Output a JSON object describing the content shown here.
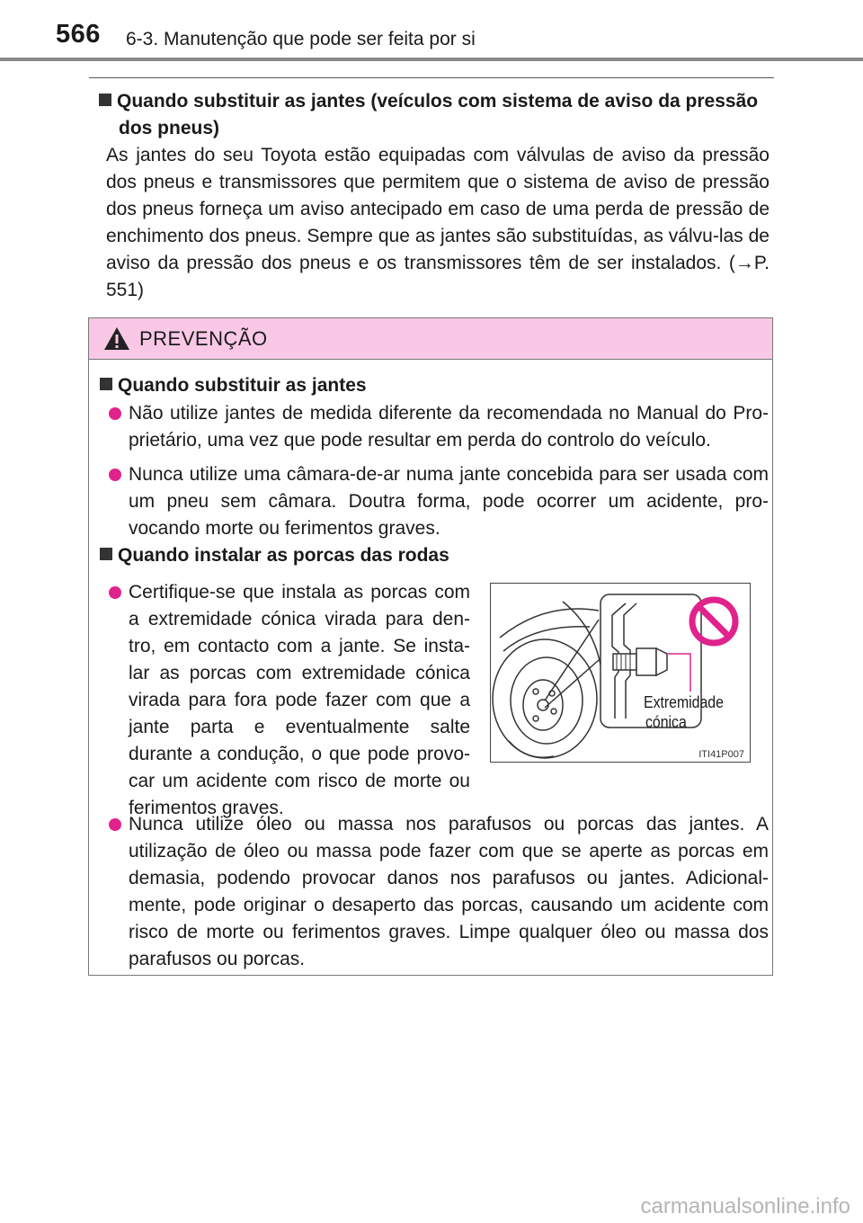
{
  "header": {
    "page_number": "566",
    "title": "6-3. Manutenção que pode ser feita por si"
  },
  "section": {
    "heading": "Quando substituir as jantes (veículos com sistema de aviso da pressão dos pneus)",
    "body": "As jantes do seu Toyota estão equipadas com válvulas de aviso da pressão dos pneus e transmissores que permitem que o sistema de aviso de pressão dos pneus forneça um aviso antecipado em caso de uma perda de pressão de enchimento dos pneus. Sempre que as jantes são substituídas, as válvu-las de aviso da pressão dos pneus e os transmissores têm de ser instalados. (→P. 551)"
  },
  "warning": {
    "title": "PREVENÇÃO",
    "groups": [
      {
        "heading": "Quando substituir as jantes",
        "items": [
          "Não utilize jantes de medida diferente da recomendada no Manual do Pro-prietário, uma vez que pode resultar em perda do controlo do veículo.",
          "Nunca utilize uma câmara-de-ar numa jante concebida para ser usada com um pneu sem câmara. Doutra forma, pode ocorrer um acidente, pro-vocando morte ou ferimentos graves."
        ]
      },
      {
        "heading": "Quando instalar as porcas das rodas",
        "items": [
          "Certifique-se que instala as porcas com a extremidade cónica virada para den-tro, em contacto com a jante. Se insta-lar as porcas com extremidade cónica virada para fora pode fazer com que a jante parta e eventualmente salte durante a condução, o que pode provo-car um acidente com risco de morte ou ferimentos graves.",
          "Nunca utilize óleo ou massa nos parafusos ou porcas das jantes. A utilização de óleo ou massa pode fazer com que se aperte as porcas em demasia, podendo provocar danos nos parafusos ou jantes. Adicional-mente, pode originar o desaperto das porcas, causando um acidente com risco de morte ou ferimentos graves. Limpe qualquer óleo ou massa dos parafusos ou porcas."
        ]
      }
    ]
  },
  "figure": {
    "label_line1": "Extremidade",
    "label_line2": "cónica",
    "code": "ITI41P007"
  },
  "watermark": "carmanualsonline.info",
  "colors": {
    "warning_header_bg": "#f9c8e6",
    "bullet": "#e0238c",
    "prohibition": "#e0238c"
  }
}
